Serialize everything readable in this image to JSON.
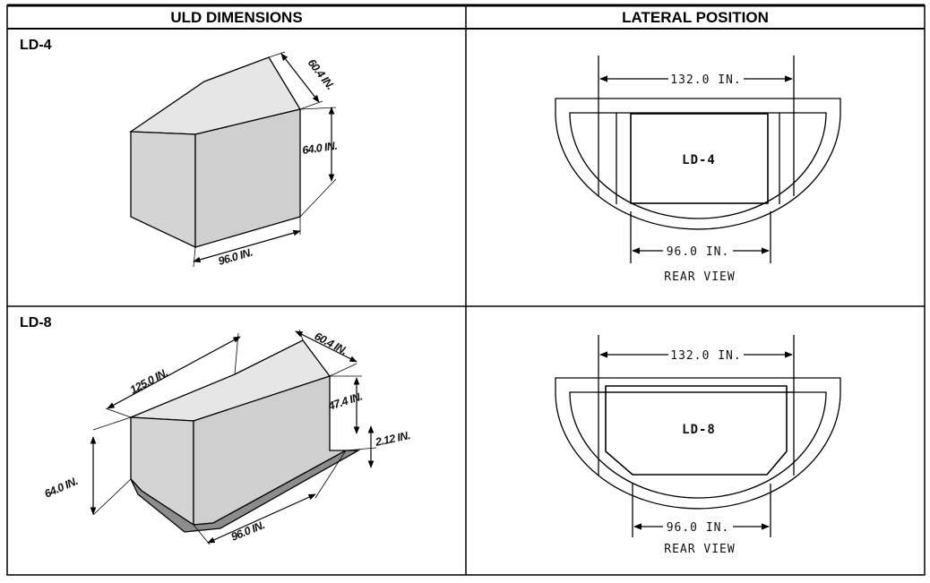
{
  "headers": {
    "left": "ULD DIMENSIONS",
    "right": "LATERAL POSITION"
  },
  "rows": [
    {
      "label": "LD-4",
      "dims": {
        "depth": "60.4 IN.",
        "height": "64.0 IN.",
        "width": "96.0 IN."
      },
      "lateral": {
        "top_dim": "132.0 IN.",
        "container": "LD-4",
        "bottom_dim": "96.0 IN.",
        "view": "REAR VIEW"
      }
    },
    {
      "label": "LD-8",
      "dims": {
        "length": "125.0 IN.",
        "depth": "60.4 IN.",
        "upper_height": "47.4 IN.",
        "step": "2.12 IN.",
        "height": "64.0 IN.",
        "width": "96.0 IN."
      },
      "lateral": {
        "top_dim": "132.0 IN.",
        "container": "LD-8",
        "bottom_dim": "96.0 IN.",
        "view": "REAR VIEW"
      }
    }
  ],
  "colors": {
    "box_fill": "#d9d9d9",
    "line": "#000000"
  }
}
